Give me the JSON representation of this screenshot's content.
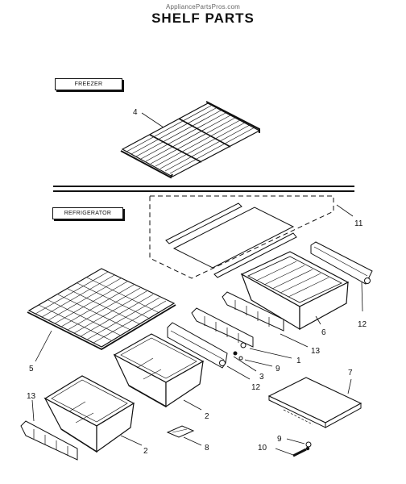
{
  "header": {
    "watermark": "AppliancePartsPros.com",
    "title": "SHELF PARTS"
  },
  "sections": {
    "freezer": "FREEZER",
    "refrigerator": "REFRIGERATOR"
  },
  "callouts": {
    "c4": "4",
    "c11": "11",
    "c12a": "12",
    "c6": "6",
    "c13a": "13",
    "c1": "1",
    "c9a": "9",
    "c3": "3",
    "c12b": "12",
    "c5": "5",
    "c7": "7",
    "c2a": "2",
    "c2b": "2",
    "c13b": "13",
    "c8": "8",
    "c9b": "9",
    "c10": "10"
  }
}
